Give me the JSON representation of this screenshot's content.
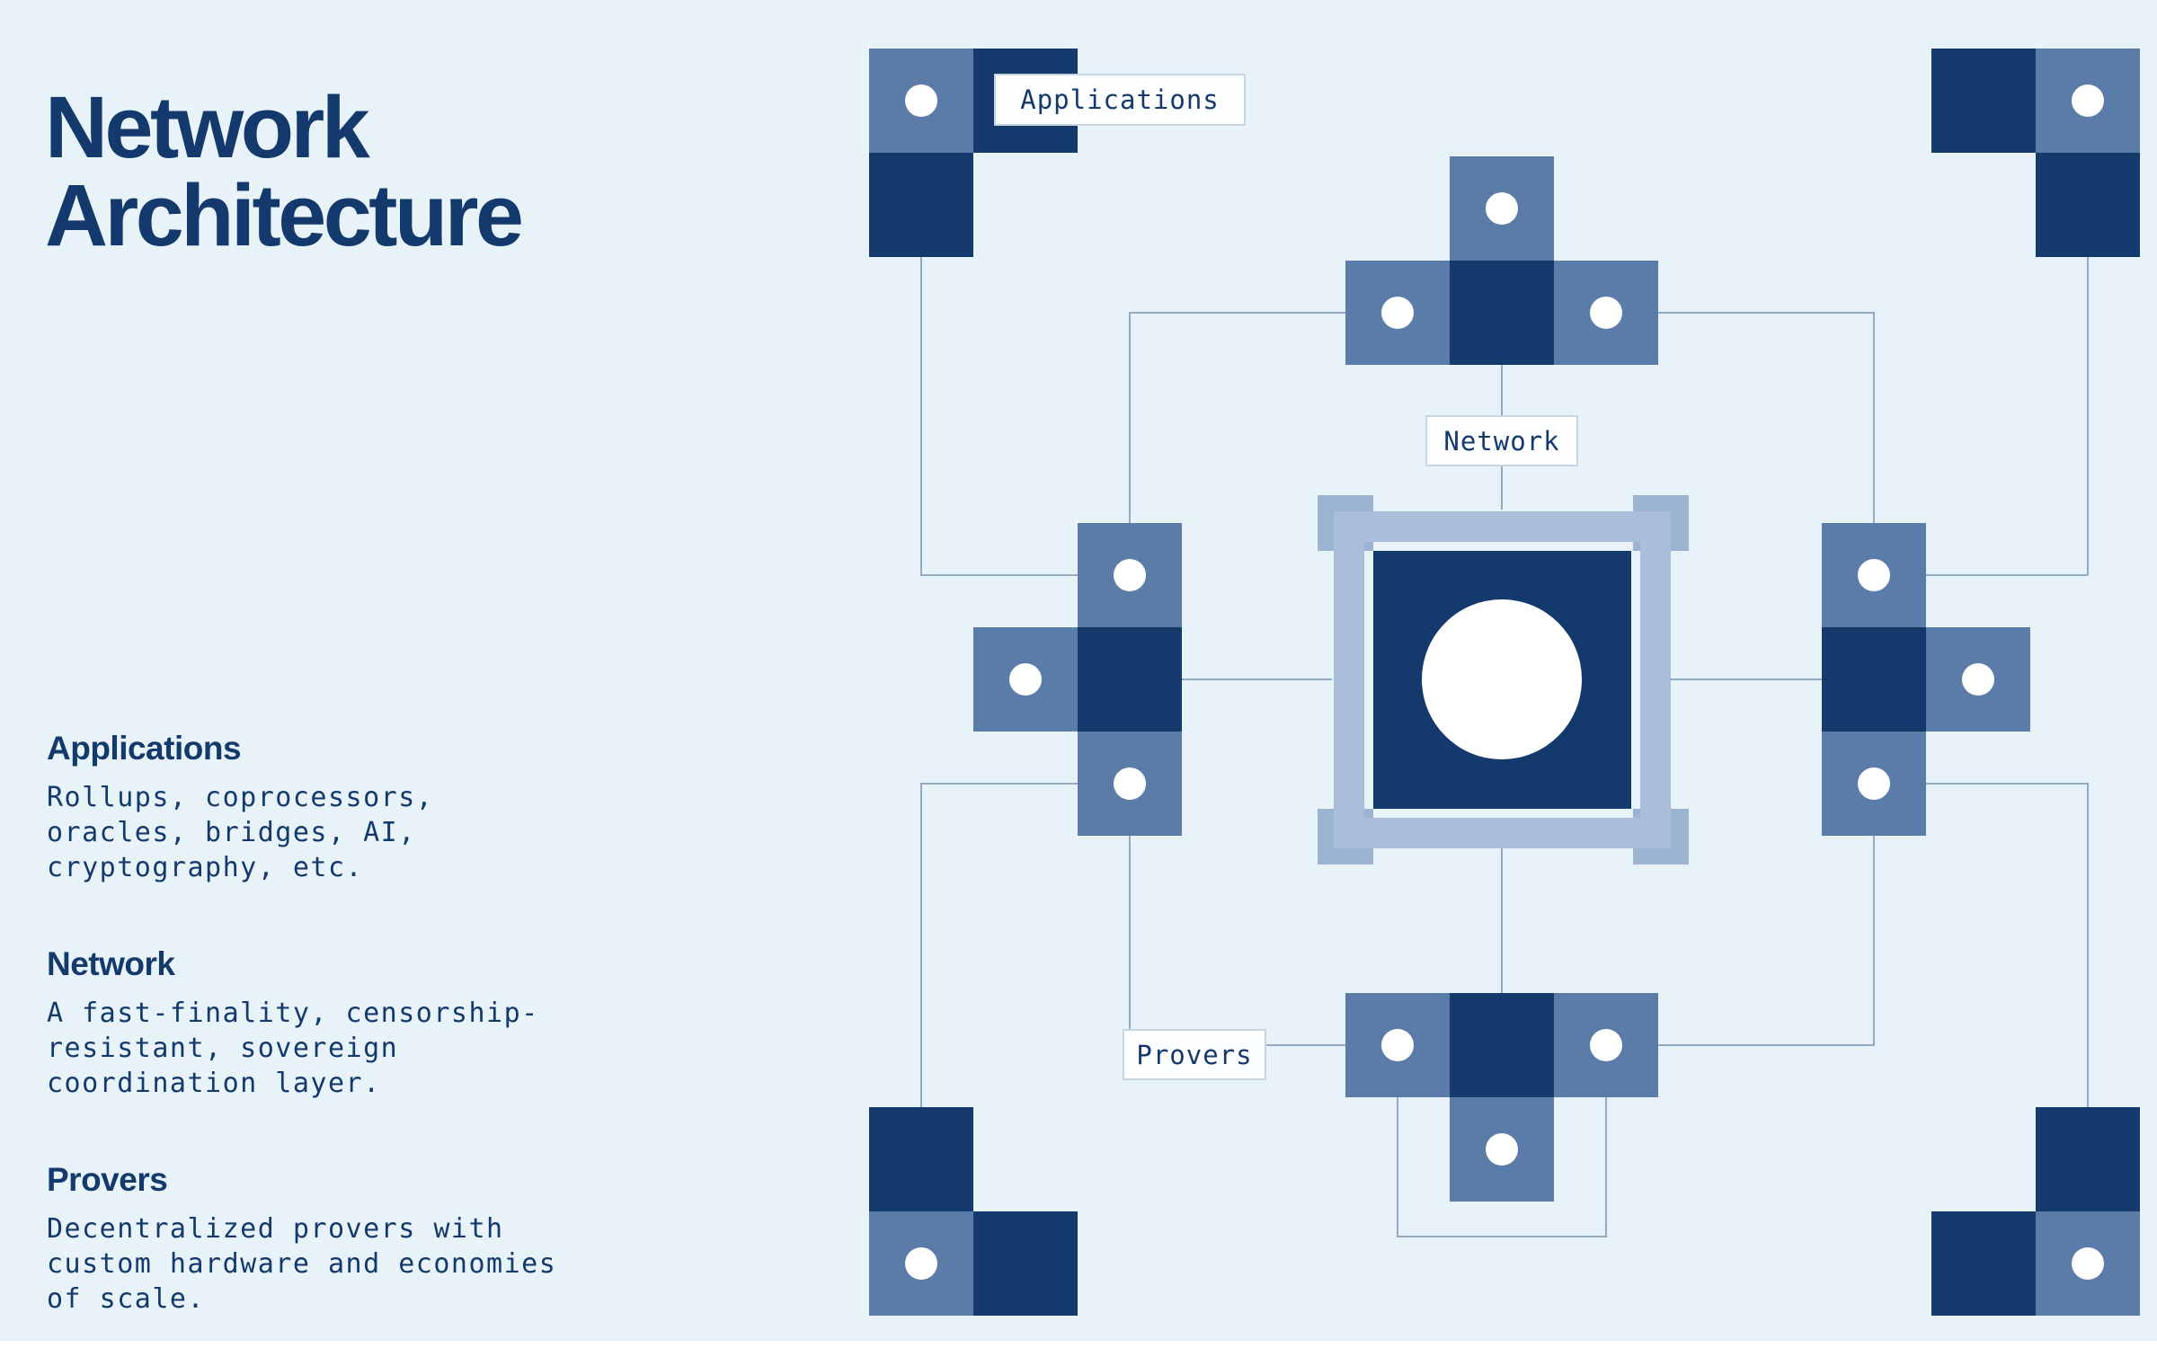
{
  "title": {
    "line1": "Network",
    "line2": "Architecture"
  },
  "legend": {
    "sections": [
      {
        "heading": "Applications",
        "body": "Rollups, coprocessors,\noracles, bridges, AI,\ncryptography, etc."
      },
      {
        "heading": "Network",
        "body": "A fast-finality, censorship-\nresistant, sovereign\ncoordination layer."
      },
      {
        "heading": "Provers",
        "body": "Decentralized provers with\ncustom hardware and economies\nof scale."
      }
    ]
  },
  "diagram": {
    "label_applications": "Applications",
    "label_network": "Network",
    "label_provers": "Provers"
  },
  "colors": {
    "background": "#e8f3f9",
    "navy": "#14396d",
    "slate": "#5b7ba8",
    "frame": "#a9bed8",
    "frame_tab": "#9db3d2",
    "line": "#93abc0",
    "node": "#ffffff"
  }
}
